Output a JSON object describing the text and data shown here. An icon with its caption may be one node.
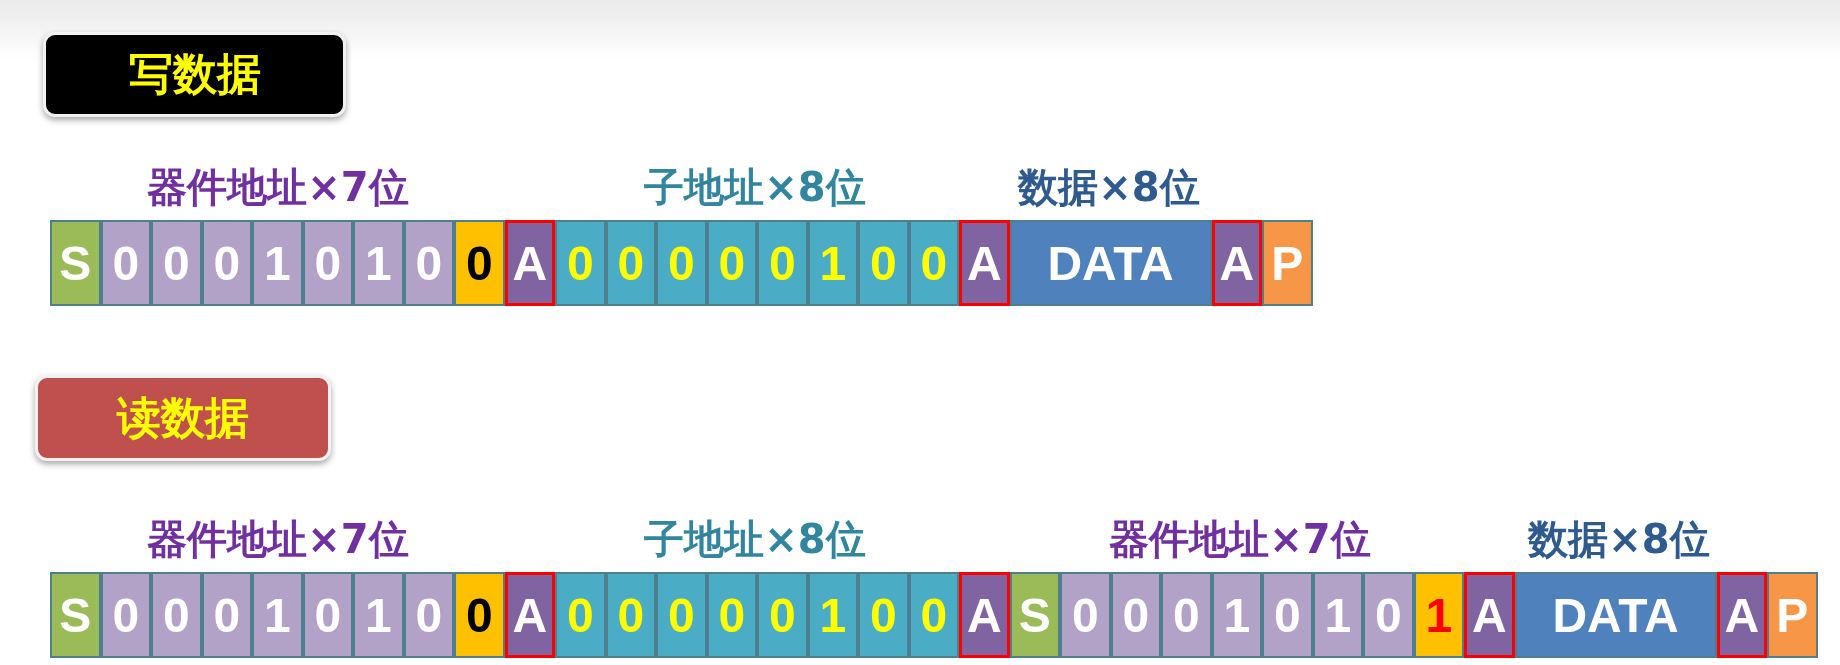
{
  "diagram": {
    "nodes": [
      {
        "text": [
          "写数据"
        ]
      },
      {
        "text": [
          "S"
        ]
      },
      {
        "text": [
          "0"
        ]
      },
      {
        "text": [
          "0"
        ]
      },
      {
        "text": [
          "0"
        ]
      },
      {
        "text": [
          "1"
        ]
      },
      {
        "text": [
          "0"
        ]
      },
      {
        "text": [
          "1"
        ]
      },
      {
        "text": [
          "0"
        ]
      },
      {
        "text": [
          "0"
        ]
      },
      {
        "text": [
          "A"
        ]
      },
      {
        "text": [
          "0"
        ]
      },
      {
        "text": [
          "0"
        ]
      },
      {
        "text": [
          "0"
        ]
      },
      {
        "text": [
          "0"
        ]
      },
      {
        "text": [
          "0"
        ]
      },
      {
        "text": [
          "1"
        ]
      },
      {
        "text": [
          "0"
        ]
      },
      {
        "text": [
          "0"
        ]
      },
      {
        "text": [
          "A"
        ]
      },
      {
        "text": [
          "DATA"
        ]
      },
      {
        "text": [
          "A"
        ]
      },
      {
        "text": [
          "P"
        ]
      },
      {
        "text": [
          "读数据"
        ]
      },
      {
        "text": [
          "S"
        ]
      },
      {
        "text": [
          "0"
        ]
      },
      {
        "text": [
          "0"
        ]
      },
      {
        "text": [
          "0"
        ]
      },
      {
        "text": [
          "1"
        ]
      },
      {
        "text": [
          "0"
        ]
      },
      {
        "text": [
          "1"
        ]
      },
      {
        "text": [
          "0"
        ]
      },
      {
        "text": [
          "0"
        ]
      },
      {
        "text": [
          "A"
        ]
      },
      {
        "text": [
          "0"
        ]
      },
      {
        "text": [
          "0"
        ]
      },
      {
        "text": [
          "0"
        ]
      },
      {
        "text": [
          "0"
        ]
      },
      {
        "text": [
          "0"
        ]
      },
      {
        "text": [
          "1"
        ]
      },
      {
        "text": [
          "0"
        ]
      },
      {
        "text": [
          "0"
        ]
      },
      {
        "text": [
          "A"
        ]
      },
      {
        "text": [
          "S"
        ]
      },
      {
        "text": [
          "0"
        ]
      },
      {
        "text": [
          "0"
        ]
      },
      {
        "text": [
          "0"
        ]
      },
      {
        "text": [
          "1"
        ]
      },
      {
        "text": [
          "0"
        ]
      },
      {
        "text": [
          "1"
        ]
      },
      {
        "text": [
          "0"
        ]
      },
      {
        "text": [
          "1"
        ]
      },
      {
        "text": [
          "A"
        ]
      },
      {
        "text": [
          "DATA"
        ]
      },
      {
        "text": [
          "A"
        ]
      },
      {
        "text": [
          "P"
        ]
      }
    ],
    "labels": [
      "器件地址×7位",
      "子地址×8位",
      "数据×8位",
      "器件地址×7位",
      "子地址×8位",
      "器件地址×7位",
      "数据×8位"
    ]
  }
}
